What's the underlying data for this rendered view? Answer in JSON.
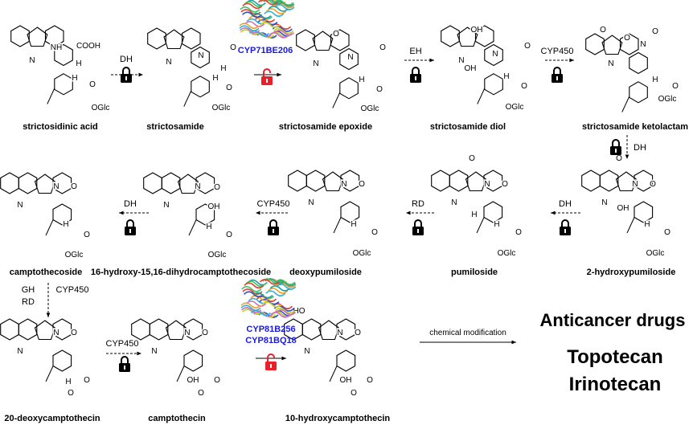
{
  "molecules": [
    {
      "name": "strictosidinic acid",
      "atoms": [
        "NH",
        "COOH",
        "O",
        "OGlc",
        "H",
        "N",
        "H"
      ]
    },
    {
      "name": "strictosamide",
      "atoms": [
        "N",
        "O",
        "O",
        "OGlc",
        "H",
        "N",
        "H"
      ]
    },
    {
      "name": "strictosamide epoxide",
      "atoms": [
        "N",
        "O",
        "O",
        "OGlc",
        "H",
        "N",
        "O"
      ]
    },
    {
      "name": "strictosamide diol",
      "atoms": [
        "N",
        "O",
        "O",
        "OGlc",
        "H",
        "N",
        "OH",
        "OH"
      ]
    },
    {
      "name": "strictosamide ketolactam",
      "atoms": [
        "N",
        "O",
        "O",
        "OGlc",
        "H",
        "N",
        "O",
        "O"
      ]
    },
    {
      "name": "2-hydroxypumiloside",
      "atoms": [
        "N",
        "O",
        "O",
        "OGlc",
        "H",
        "N",
        "OH",
        "O"
      ]
    },
    {
      "name": "pumiloside",
      "atoms": [
        "N",
        "O",
        "O",
        "OGlc",
        "H",
        "N",
        "O",
        "H"
      ]
    },
    {
      "name": "deoxypumiloside",
      "atoms": [
        "N",
        "O",
        "O",
        "OGlc",
        "H",
        "N"
      ]
    },
    {
      "name": "16-hydroxy-15,16-dihydrocamptothecoside",
      "atoms": [
        "N",
        "O",
        "O",
        "OGlc",
        "H",
        "N",
        "OH"
      ]
    },
    {
      "name": "camptothecoside",
      "atoms": [
        "N",
        "O",
        "O",
        "OGlc",
        "H",
        "N"
      ]
    },
    {
      "name": "20-deoxycamptothecin",
      "atoms": [
        "N",
        "O",
        "O",
        "O",
        "H",
        "N"
      ]
    },
    {
      "name": "camptothecin",
      "atoms": [
        "N",
        "O",
        "O",
        "O",
        "OH",
        "N"
      ]
    },
    {
      "name": "10-hydroxycamptothecin",
      "atoms": [
        "N",
        "O",
        "O",
        "O",
        "OH",
        "N",
        "HO"
      ]
    }
  ],
  "steps": [
    {
      "label": "DH",
      "lock": "closed"
    },
    {
      "label": "CYP71BE206",
      "lock": "open",
      "highlight": true
    },
    {
      "label": "EH",
      "lock": "closed"
    },
    {
      "label": "CYP450",
      "lock": "closed"
    },
    {
      "label": "DH",
      "lock": "closed"
    },
    {
      "label": "DH",
      "lock": "closed"
    },
    {
      "label": "RD",
      "lock": "closed"
    },
    {
      "label": "CYP450",
      "lock": "closed"
    },
    {
      "label": "DH",
      "lock": "closed"
    },
    {
      "labels": [
        "GH",
        "RD",
        "CYP450"
      ],
      "lock": "none"
    },
    {
      "label": "CYP450",
      "lock": "closed"
    },
    {
      "labels": [
        "CYP81B256",
        "CYP81BQ18"
      ],
      "lock": "open",
      "highlight": true
    },
    {
      "label": "chemical modification",
      "lock": "none"
    }
  ],
  "products": {
    "heading": "Anticancer drugs",
    "drugs": [
      "Topotecan",
      "Irinotecan"
    ]
  },
  "colors": {
    "enzyme_highlight": "#1a1ae6",
    "open_lock": "#e8202a",
    "closed_lock": "#000000"
  }
}
